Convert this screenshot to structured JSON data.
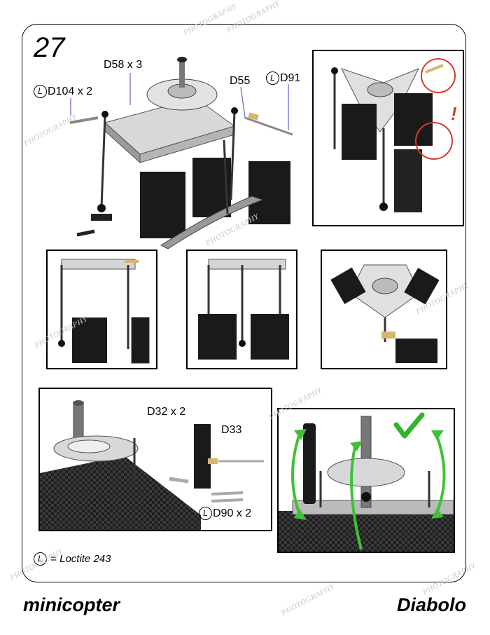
{
  "step_number": "27",
  "labels": {
    "d58": "D58 x 3",
    "d104": "D104 x 2",
    "d55": "D55",
    "d91": "D91",
    "d32": "D32 x 2",
    "d33": "D33",
    "d90": "D90 x 2",
    "loctite_symbol": "L"
  },
  "warning_mark": "!",
  "legend": {
    "symbol": "L",
    "text": "= Loctite 243"
  },
  "footer": {
    "left": "minicopter",
    "right": "Diabolo"
  },
  "watermark": "PHOTOGRAPHY",
  "colors": {
    "warning_red": "#d63a2a",
    "arrow_green": "#3ec235",
    "check_green": "#2fb52a"
  }
}
